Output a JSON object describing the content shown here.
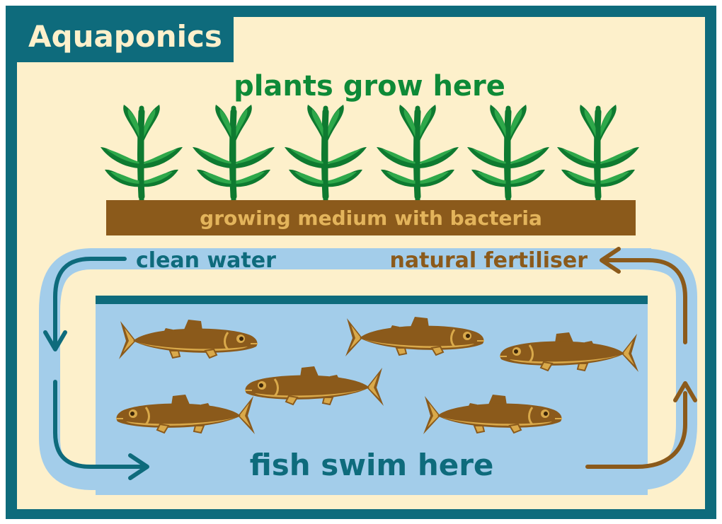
{
  "title": "Aquaponics",
  "labels": {
    "plants": "plants grow here",
    "medium": "growing medium with bacteria",
    "clean_water": "clean water",
    "fertiliser": "natural fertiliser",
    "fish": "fish swim here"
  },
  "colors": {
    "border": "#0e6b7c",
    "background": "#fdf0cb",
    "water": "#a3cdea",
    "pipe": "#a3cdea",
    "medium": "#8b5a1b",
    "medium_text": "#e3b45b",
    "plant_dark": "#0e7a30",
    "plant_light": "#2ea84a",
    "fish_body": "#8b5a1b",
    "fish_belly": "#d9a94a",
    "clean_arrow": "#0e6b7c",
    "fertiliser_arrow": "#8b5a1b",
    "plants_text": "#0e8a37",
    "fish_text": "#0e6b7c"
  },
  "plant_count": 6,
  "fish_count": 6
}
